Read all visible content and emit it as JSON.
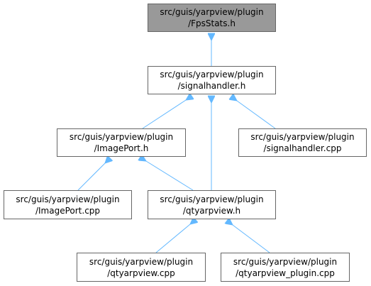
{
  "colors": {
    "edge": "#63b8ff",
    "node_border": "#666666",
    "root_fill": "#999999",
    "node_fill": "#ffffff"
  },
  "nodes": {
    "fpsstats": {
      "line1": "src/guis/yarpview/plugin",
      "line2": "/FpsStats.h"
    },
    "signalhandler_h": {
      "line1": "src/guis/yarpview/plugin",
      "line2": "/signalhandler.h"
    },
    "imageport_h": {
      "line1": "src/guis/yarpview/plugin",
      "line2": "/ImagePort.h"
    },
    "signalhandler_cpp": {
      "line1": "src/guis/yarpview/plugin",
      "line2": "/signalhandler.cpp"
    },
    "imageport_cpp": {
      "line1": "src/guis/yarpview/plugin",
      "line2": "/ImagePort.cpp"
    },
    "qtyarpview_h": {
      "line1": "src/guis/yarpview/plugin",
      "line2": "/qtyarpview.h"
    },
    "qtyarpview_cpp": {
      "line1": "src/guis/yarpview/plugin",
      "line2": "/qtyarpview.cpp"
    },
    "qtyarpview_plugin_cpp": {
      "line1": "src/guis/yarpview/plugin",
      "line2": "/qtyarpview_plugin.cpp"
    }
  }
}
